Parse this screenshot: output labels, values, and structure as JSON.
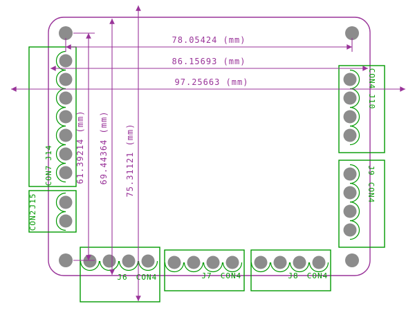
{
  "drawing": {
    "dimensions": {
      "h1": "78.05424 (mm)",
      "h2": "86.15693 (mm)",
      "h3": "97.25663 (mm)",
      "v1": "61.39214 (mm)",
      "v2": "69.44364 (mm)",
      "v3": "75.31121 (mm)"
    },
    "connectors": {
      "j14": {
        "name": "J14",
        "value": "CON7",
        "pins": 7
      },
      "j15": {
        "name": "J15",
        "value": "CON2",
        "pins": 2
      },
      "j10": {
        "name": "J10",
        "value": "CON4",
        "pins": 4
      },
      "j9": {
        "name": "J9",
        "value": "CON4",
        "pins": 4
      },
      "j6": {
        "name": "J6",
        "value": "CON4",
        "pins": 4
      },
      "j7": {
        "name": "J7",
        "value": "CON4",
        "pins": 4
      },
      "j8": {
        "name": "J8",
        "value": "CON4",
        "pins": 4
      }
    },
    "colors": {
      "board_outline": "#993399",
      "dimension": "#993399",
      "silkscreen": "#009900",
      "pad": "#8C8C8C"
    }
  }
}
